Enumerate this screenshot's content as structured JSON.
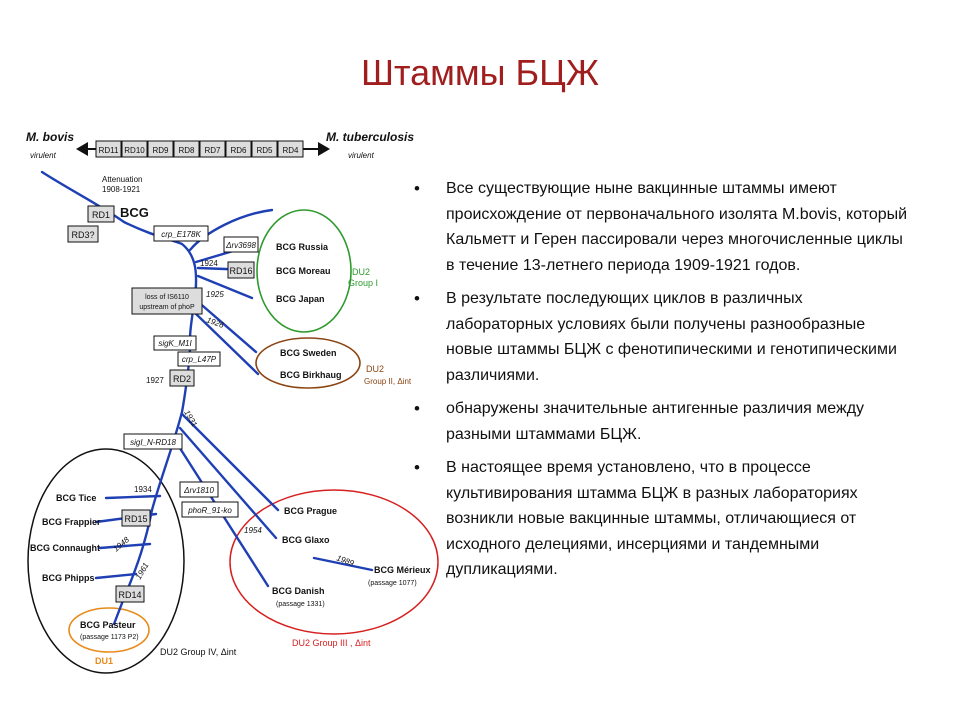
{
  "slide": {
    "title": "Штаммы БЦЖ"
  },
  "diagram": {
    "top": {
      "left_org": "M. bovis",
      "left_sub": "virulent",
      "right_org": "M. tuberculosis",
      "right_sub": "virulent",
      "regions": [
        "RD11",
        "RD10",
        "RD9",
        "RD8",
        "RD7",
        "RD6",
        "RD5",
        "RD4"
      ]
    },
    "attenuation": {
      "label": "Attenuation",
      "years": "1908-1921"
    },
    "bcg_label": "BCG",
    "boxes": {
      "rd1": "RD1",
      "rd3": "RD3?",
      "crp_e178k": "crp_E178K",
      "rv3698": "Δrv3698",
      "rd16": "RD16",
      "is6110_line1": "loss of IS6110",
      "is6110_line2": "upstream of phoP",
      "sigk": "sigK_M1I",
      "crp_l47p": "crp_L47P",
      "rd2": "RD2",
      "sigl": "sigI_N-RD18",
      "rv1810": "Δrv1810",
      "phor": "phoR_91-ko",
      "rd15": "RD15",
      "rd14": "RD14"
    },
    "years": {
      "y1924": "1924",
      "y1925": "1925",
      "y1926": "1926",
      "y1927": "1927",
      "y1931": "1931",
      "y1934": "1934",
      "y1954": "1954",
      "y1948": "1948",
      "y1961": "1961",
      "y1989": "1989"
    },
    "strains": {
      "russia": "BCG Russia",
      "moreau": "BCG Moreau",
      "japan": "BCG Japan",
      "sweden": "BCG Sweden",
      "birkhaug": "BCG Birkhaug",
      "tice": "BCG Tice",
      "frappier": "BCG Frappier",
      "connaught": "BCG Connaught",
      "phipps": "BCG Phipps",
      "pasteur": "BCG Pasteur",
      "pasteur_passage": "(passage 1173 P2)",
      "prague": "BCG Prague",
      "glaxo": "BCG Glaxo",
      "danish": "BCG Danish",
      "danish_passage": "(passage 1331)",
      "merieux": "BCG Mérieux",
      "merieux_passage": "(passage 1077)"
    },
    "groups": {
      "du2_g1_line1": "DU2",
      "du2_g1_line2": "Group I",
      "du2_g2_line1": "DU2",
      "du2_g2_line2": "Group II, Δint",
      "du2_g3": "DU2 Group III , Δint",
      "du2_g4": "DU2 Group IV, Δint",
      "du1": "DU1"
    },
    "colors": {
      "branch": "#1f3fb4",
      "green_group": "#2e9a2e",
      "brown_group": "#8b4513",
      "red_group": "#d62020",
      "orange_group": "#e88a1a",
      "title": "#a01e1e"
    }
  },
  "bullets": [
    "Все существующие ныне вакцинные штаммы имеют происхождение от первоначального изолята M.bovis, который Кальметт и Герен пассировали через многочисленные циклы в течение 13-летнего периода 1909-1921 годов.",
    "В результате последующих циклов в различных лабораторных условиях были получены разнообразные новые штаммы БЦЖ с фенотипическими и генотипическими различиями.",
    "обнаружены значительные антигенные различия между разными штаммами БЦЖ.",
    "В настоящее время установлено, что в процессе культивирования штамма БЦЖ в разных лабораториях возникли новые вакцинные штаммы, отличающиеся от исходного делециями, инсерциями и тандемными дупликациями."
  ]
}
